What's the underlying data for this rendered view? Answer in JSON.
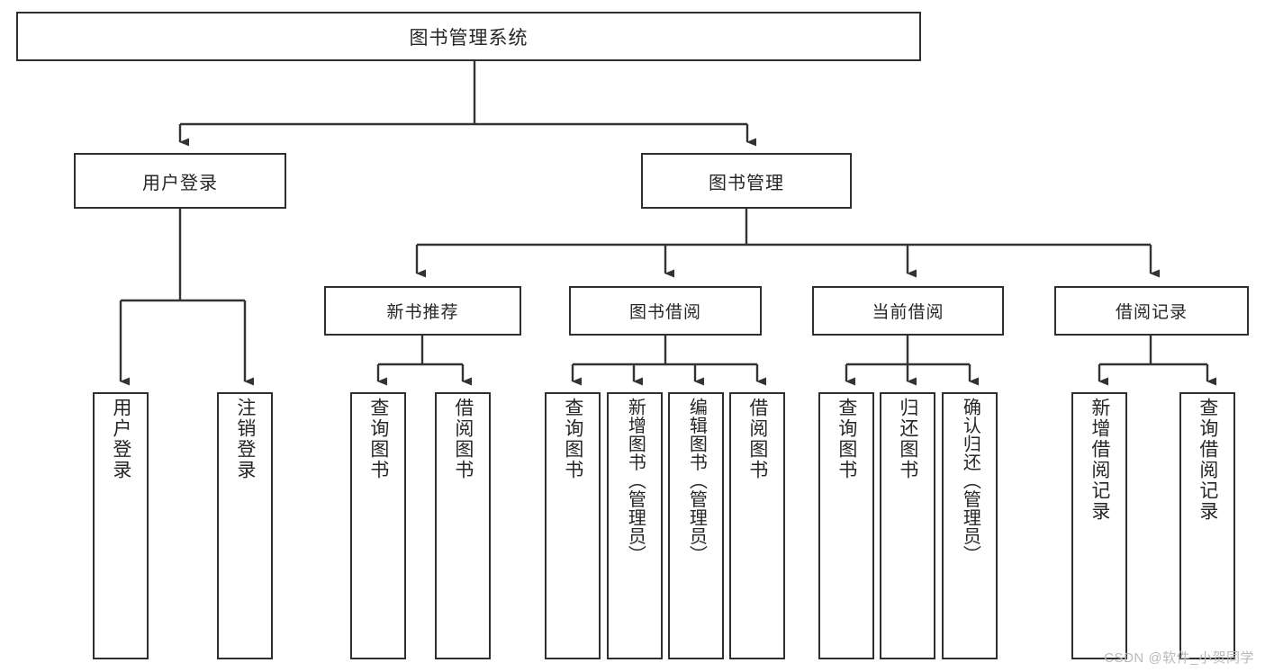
{
  "diagram": {
    "title": "图书管理系统",
    "type": "tree",
    "watermark": "CSDN @软件_小贺同学",
    "colors": {
      "box_border": "#2f2f2f",
      "box_fill": "#ffffff",
      "connector": "#333333",
      "text": "#262626",
      "watermark": "#b9b9b9",
      "background": "#ffffff"
    },
    "root": {
      "label": "图书管理系统"
    },
    "level2": [
      {
        "label": "用户登录"
      },
      {
        "label": "图书管理"
      }
    ],
    "level3": [
      {
        "label": "新书推荐"
      },
      {
        "label": "图书借阅"
      },
      {
        "label": "当前借阅"
      },
      {
        "label": "借阅记录"
      }
    ],
    "leaves": [
      {
        "label": "用户登录",
        "parent": "用户登录"
      },
      {
        "label": "注销登录",
        "parent": "用户登录"
      },
      {
        "label": "查询图书",
        "parent": "新书推荐"
      },
      {
        "label": "借阅图书",
        "parent": "新书推荐"
      },
      {
        "label": "查询图书",
        "parent": "图书借阅"
      },
      {
        "label": "新增图书（管理员）",
        "parent": "图书借阅"
      },
      {
        "label": "编辑图书（管理员）",
        "parent": "图书借阅"
      },
      {
        "label": "借阅图书",
        "parent": "图书借阅"
      },
      {
        "label": "查询图书",
        "parent": "当前借阅"
      },
      {
        "label": "归还图书",
        "parent": "当前借阅"
      },
      {
        "label": "确认归还（管理员）",
        "parent": "当前借阅"
      },
      {
        "label": "新增借阅记录",
        "parent": "借阅记录"
      },
      {
        "label": "查询借阅记录",
        "parent": "借阅记录"
      }
    ]
  }
}
